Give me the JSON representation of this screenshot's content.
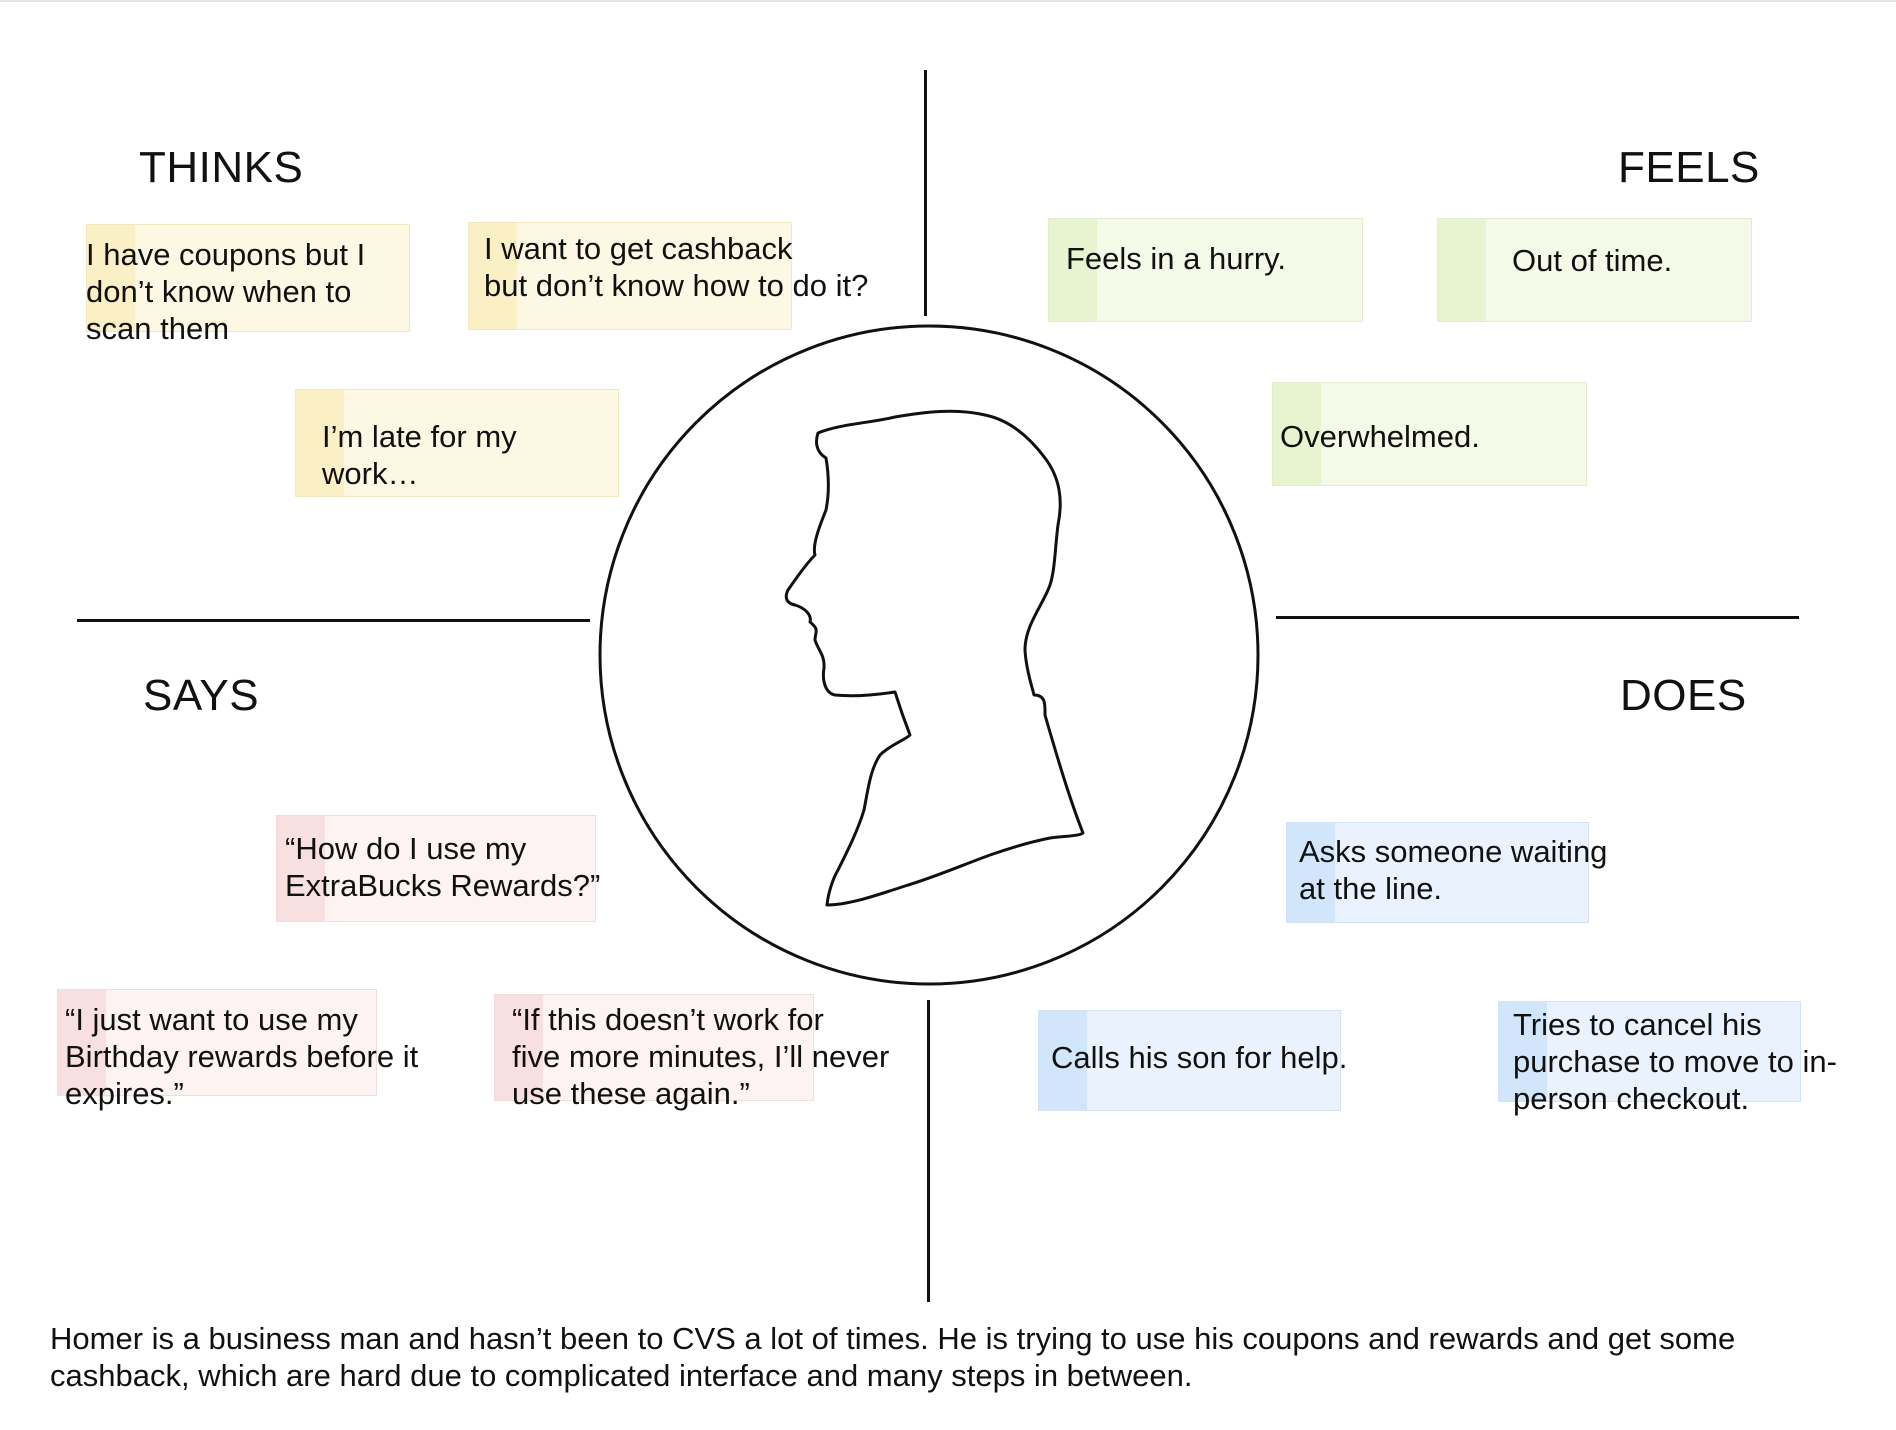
{
  "quadrants": {
    "thinks": {
      "heading": "THINKS",
      "notes": [
        "I have coupons but I\ndon’t know when to\nscan them",
        "I want to get cashback\nbut don’t know how to do it?",
        "I’m late for my\nwork…"
      ]
    },
    "feels": {
      "heading": "FEELS",
      "notes": [
        "Feels in a hurry.",
        "Out of time.",
        "Overwhelmed."
      ]
    },
    "says": {
      "heading": "SAYS",
      "notes": [
        "“How do I use my\nExtraBucks Rewards?”",
        "“I just want to use my\nBirthday rewards before it\nexpires.”",
        "“If this doesn’t work for\nfive more minutes, I’ll never\nuse these again.”"
      ]
    },
    "does": {
      "heading": "DOES",
      "notes": [
        "Asks someone waiting\nat the line.",
        "Calls his son for help.",
        "Tries to cancel his\npurchase to move to in-\nperson checkout."
      ]
    }
  },
  "summary": "Homer is a business man and hasn’t been to CVS a lot of times. He is trying to use his coupons and rewards and get some cashback, which are hard due to complicated interface and many steps in between.",
  "colors": {
    "thinks": "#fdf8e4",
    "feels": "#f4f9e8",
    "says": "#fdf3f3",
    "does": "#eaf3fd",
    "lines": "#111111"
  }
}
